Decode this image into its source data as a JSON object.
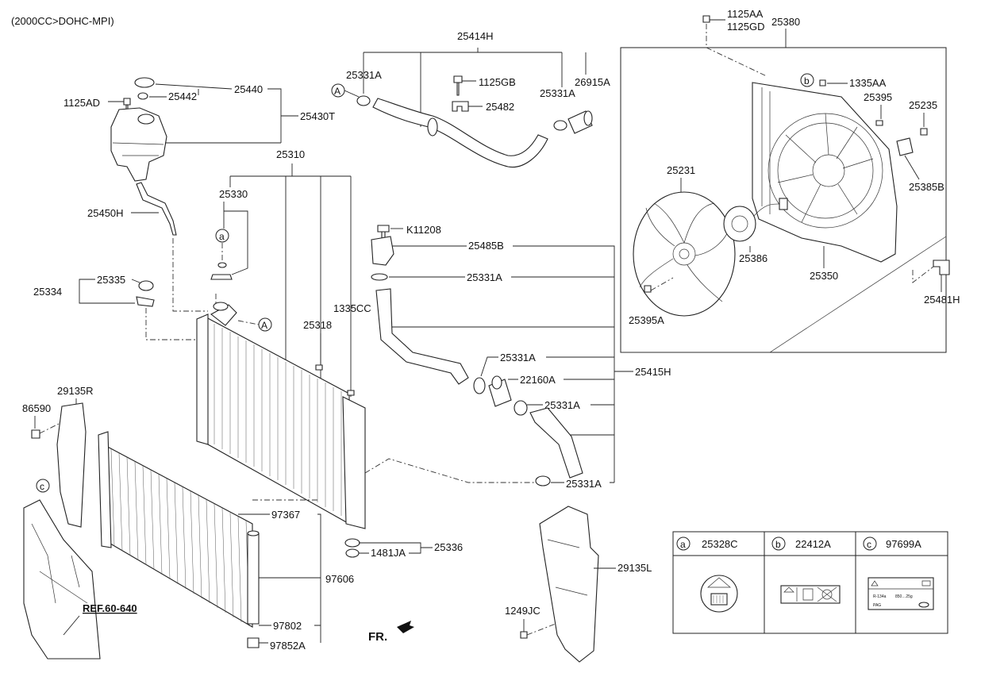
{
  "header": {
    "engine": "(2000CC>DOHC-MPI)"
  },
  "labels": {
    "p25414H": "25414H",
    "p25331A_1": "25331A",
    "p1125GB": "1125GB",
    "p25482": "25482",
    "p25331A_2": "25331A",
    "p26915A": "26915A",
    "p1125AA": "1125AA",
    "p1125GD": "1125GD",
    "p25380": "25380",
    "p1335AA": "1335AA",
    "p25395": "25395",
    "p25235": "25235",
    "p25385B": "25385B",
    "p25231": "25231",
    "p25386": "25386",
    "p25350": "25350",
    "p25395A": "25395A",
    "p25481H": "25481H",
    "p25440": "25440",
    "p25442": "25442",
    "p1125AD": "1125AD",
    "p25430T": "25430T",
    "p25310": "25310",
    "p25330": "25330",
    "p25450H": "25450H",
    "p25334": "25334",
    "p25335": "25335",
    "p1335CC": "1335CC",
    "p25318": "25318",
    "pK11208": "K11208",
    "p25485B": "25485B",
    "p25331A_3": "25331A",
    "p25331A_4": "25331A",
    "p22160A": "22160A",
    "p25415H": "25415H",
    "p25331A_5": "25331A",
    "p25331A_6": "25331A",
    "p29135R": "29135R",
    "p86590": "86590",
    "p97367": "97367",
    "p97606": "97606",
    "p97802": "97802",
    "p97852A": "97852A",
    "p1481JA": "1481JA",
    "p25336": "25336",
    "p29135L": "29135L",
    "p1249JC": "1249JC",
    "ref": "REF.60-640",
    "fr": "FR."
  },
  "callouts": {
    "a": "a",
    "b": "b",
    "c": "c",
    "A": "A"
  },
  "legend": [
    {
      "key": "a",
      "part": "25328C"
    },
    {
      "key": "b",
      "part": "22412A"
    },
    {
      "key": "c",
      "part": "97699A"
    }
  ],
  "label_c_text": {
    "r134a": "R-134a",
    "pag": "PAG",
    "amt": "850…25g"
  }
}
